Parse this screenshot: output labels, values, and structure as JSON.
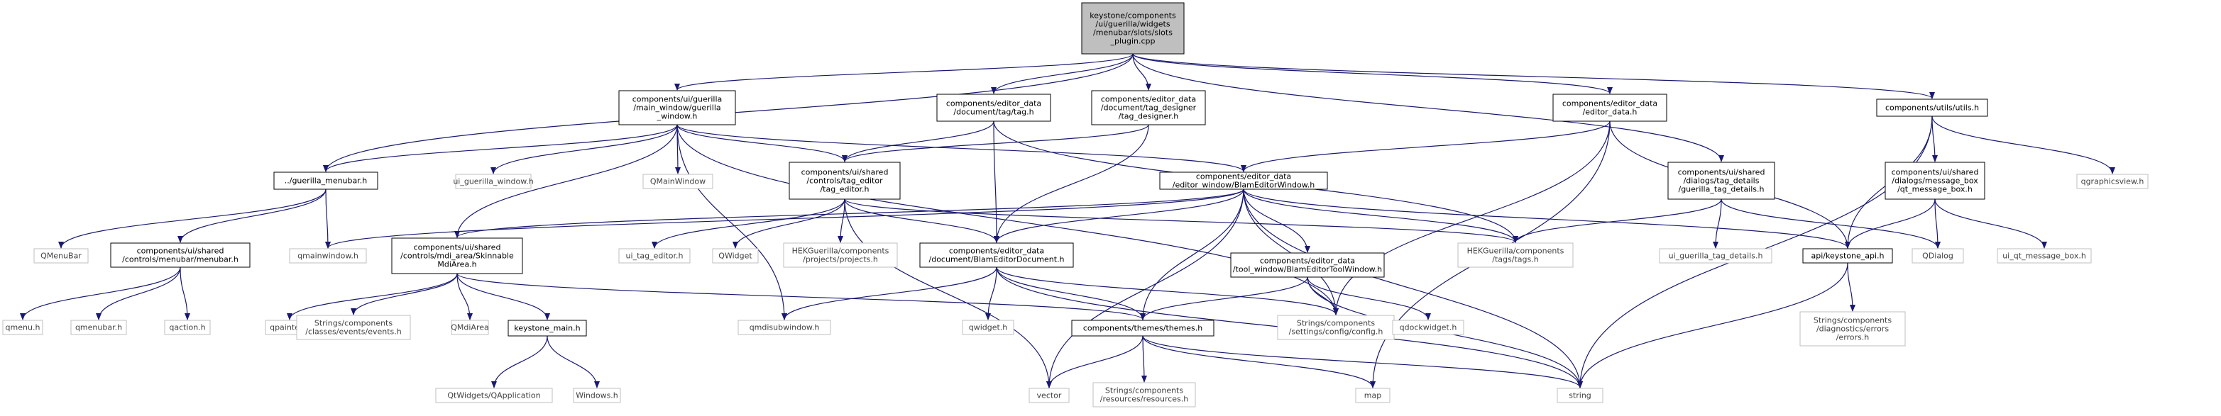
{
  "colors": {
    "edge": "#191970",
    "node_border": "#000000",
    "external_node_border": "#bfbfbf",
    "external_text": "#404040",
    "root_fill": "#bfbfbf",
    "background": "#ffffff"
  },
  "nodes": [
    {
      "id": "root",
      "lines": [
        "keystone/components",
        "/ui/guerilla/widgets",
        "/menubar/slots/slots",
        "_plugin.cpp"
      ],
      "kind": "root"
    },
    {
      "id": "gw",
      "lines": [
        "components/ui/guerilla",
        "/main_window/guerilla",
        "_window.h"
      ],
      "kind": "internal"
    },
    {
      "id": "tagh",
      "lines": [
        "components/editor_data",
        "/document/tag/tag.h"
      ],
      "kind": "internal"
    },
    {
      "id": "tdes",
      "lines": [
        "components/editor_data",
        "/document/tag_designer",
        "/tag_designer.h"
      ],
      "kind": "internal"
    },
    {
      "id": "edata",
      "lines": [
        "components/editor_data",
        "/editor_data.h"
      ],
      "kind": "internal"
    },
    {
      "id": "utils",
      "lines": [
        "components/utils/utils.h"
      ],
      "kind": "internal"
    },
    {
      "id": "gmenubar",
      "lines": [
        "../guerilla_menubar.h"
      ],
      "kind": "internal"
    },
    {
      "id": "uigw",
      "lines": [
        "ui_guerilla_window.h"
      ],
      "kind": "external"
    },
    {
      "id": "qmainwindow",
      "lines": [
        "QMainWindow"
      ],
      "kind": "external"
    },
    {
      "id": "tageditor",
      "lines": [
        "components/ui/shared",
        "/controls/tag_editor",
        "/tag_editor.h"
      ],
      "kind": "internal"
    },
    {
      "id": "blameditor",
      "lines": [
        "components/editor_data",
        "/editor_window/BlamEditorWindow.h"
      ],
      "kind": "internal"
    },
    {
      "id": "gtagdetails",
      "lines": [
        "components/ui/shared",
        "/dialogs/tag_details",
        "/guerilla_tag_details.h"
      ],
      "kind": "internal"
    },
    {
      "id": "msgbox",
      "lines": [
        "components/ui/shared",
        "/dialogs/message_box",
        "/qt_message_box.h"
      ],
      "kind": "internal"
    },
    {
      "id": "qgraphicsview",
      "lines": [
        "qgraphicsview.h"
      ],
      "kind": "external"
    },
    {
      "id": "qmenubarcap",
      "lines": [
        "QMenuBar"
      ],
      "kind": "external"
    },
    {
      "id": "menubarh",
      "lines": [
        "components/ui/shared",
        "/controls/menubar/menubar.h"
      ],
      "kind": "internal"
    },
    {
      "id": "qmainwindowh",
      "lines": [
        "qmainwindow.h"
      ],
      "kind": "external"
    },
    {
      "id": "mdiarea",
      "lines": [
        "components/ui/shared",
        "/controls/mdi_area/Skinnable",
        "MdiArea.h"
      ],
      "kind": "internal"
    },
    {
      "id": "uitageditor",
      "lines": [
        "ui_tag_editor.h"
      ],
      "kind": "external"
    },
    {
      "id": "qwidgetcap",
      "lines": [
        "QWidget"
      ],
      "kind": "external"
    },
    {
      "id": "projects",
      "lines": [
        "HEKGuerilla/components",
        "/projects/projects.h"
      ],
      "kind": "external"
    },
    {
      "id": "blamdoc",
      "lines": [
        "components/editor_data",
        "/document/BlamEditorDocument.h"
      ],
      "kind": "internal"
    },
    {
      "id": "toolwin",
      "lines": [
        "components/editor_data",
        "/tool_window/BlamEditorToolWindow.h"
      ],
      "kind": "internal"
    },
    {
      "id": "tags",
      "lines": [
        "HEKGuerilla/components",
        "/tags/tags.h"
      ],
      "kind": "external"
    },
    {
      "id": "uigtd",
      "lines": [
        "ui_guerilla_tag_details.h"
      ],
      "kind": "external"
    },
    {
      "id": "qdialogcap",
      "lines": [
        "QDialog"
      ],
      "kind": "external"
    },
    {
      "id": "keystoneapi",
      "lines": [
        "api/keystone_api.h"
      ],
      "kind": "internal"
    },
    {
      "id": "uiqtmsg",
      "lines": [
        "ui_qt_message_box.h"
      ],
      "kind": "external"
    },
    {
      "id": "qmenuh",
      "lines": [
        "qmenu.h"
      ],
      "kind": "external"
    },
    {
      "id": "qmenubarh",
      "lines": [
        "qmenubar.h"
      ],
      "kind": "external"
    },
    {
      "id": "qactionh",
      "lines": [
        "qaction.h"
      ],
      "kind": "external"
    },
    {
      "id": "qpainter",
      "lines": [
        "qpainter.h"
      ],
      "kind": "external"
    },
    {
      "id": "events",
      "lines": [
        "Strings/components",
        "/classes/events/events.h"
      ],
      "kind": "external"
    },
    {
      "id": "qmdiarea",
      "lines": [
        "QMdiArea"
      ],
      "kind": "external"
    },
    {
      "id": "keystonemain",
      "lines": [
        "keystone_main.h"
      ],
      "kind": "internal"
    },
    {
      "id": "qmdisub",
      "lines": [
        "qmdisubwindow.h"
      ],
      "kind": "external"
    },
    {
      "id": "qwidgeth",
      "lines": [
        "qwidget.h"
      ],
      "kind": "external"
    },
    {
      "id": "themes",
      "lines": [
        "components/themes/themes.h"
      ],
      "kind": "internal"
    },
    {
      "id": "config",
      "lines": [
        "Strings/components",
        "/settings/config/config.h"
      ],
      "kind": "external"
    },
    {
      "id": "qdockwidget",
      "lines": [
        "qdockwidget.h"
      ],
      "kind": "external"
    },
    {
      "id": "errors",
      "lines": [
        "Strings/components",
        "/diagnostics/errors",
        "/errors.h"
      ],
      "kind": "external"
    },
    {
      "id": "qapp",
      "lines": [
        "QtWidgets/QApplication"
      ],
      "kind": "external"
    },
    {
      "id": "windowsh",
      "lines": [
        "Windows.h"
      ],
      "kind": "external"
    },
    {
      "id": "vector",
      "lines": [
        "vector"
      ],
      "kind": "external"
    },
    {
      "id": "resources",
      "lines": [
        "Strings/components",
        "/resources/resources.h"
      ],
      "kind": "external"
    },
    {
      "id": "map",
      "lines": [
        "map"
      ],
      "kind": "external"
    },
    {
      "id": "string",
      "lines": [
        "string"
      ],
      "kind": "external"
    }
  ],
  "edges": [
    [
      "root",
      "gw"
    ],
    [
      "root",
      "tagh"
    ],
    [
      "root",
      "tdes"
    ],
    [
      "root",
      "edata"
    ],
    [
      "root",
      "utils"
    ],
    [
      "root",
      "gmenubar"
    ],
    [
      "root",
      "gtagdetails"
    ],
    [
      "gw",
      "gmenubar"
    ],
    [
      "gw",
      "uigw"
    ],
    [
      "gw",
      "qmainwindow"
    ],
    [
      "gw",
      "tageditor"
    ],
    [
      "gw",
      "blameditor"
    ],
    [
      "gw",
      "mdiarea"
    ],
    [
      "gw",
      "qmdisub"
    ],
    [
      "gw",
      "config"
    ],
    [
      "tagh",
      "tageditor"
    ],
    [
      "tagh",
      "blamdoc"
    ],
    [
      "tagh",
      "tags"
    ],
    [
      "tdes",
      "tageditor"
    ],
    [
      "tdes",
      "blamdoc"
    ],
    [
      "edata",
      "blameditor"
    ],
    [
      "edata",
      "keystoneapi"
    ],
    [
      "edata",
      "config"
    ],
    [
      "edata",
      "map"
    ],
    [
      "utils",
      "keystoneapi"
    ],
    [
      "utils",
      "msgbox"
    ],
    [
      "utils",
      "qgraphicsview"
    ],
    [
      "utils",
      "string"
    ],
    [
      "gmenubar",
      "qmenubarcap"
    ],
    [
      "gmenubar",
      "menubarh"
    ],
    [
      "gmenubar",
      "qmainwindowh"
    ],
    [
      "menubarh",
      "qmenuh"
    ],
    [
      "menubarh",
      "qmenubarh"
    ],
    [
      "menubarh",
      "qactionh"
    ],
    [
      "tageditor",
      "uitageditor"
    ],
    [
      "tageditor",
      "qwidgetcap"
    ],
    [
      "tageditor",
      "projects"
    ],
    [
      "tageditor",
      "blamdoc"
    ],
    [
      "tageditor",
      "tags"
    ],
    [
      "tageditor",
      "vector"
    ],
    [
      "blameditor",
      "qmainwindowh"
    ],
    [
      "blameditor",
      "mdiarea"
    ],
    [
      "blameditor",
      "blamdoc"
    ],
    [
      "blameditor",
      "toolwin"
    ],
    [
      "blameditor",
      "tags"
    ],
    [
      "blameditor",
      "keystoneapi"
    ],
    [
      "blameditor",
      "themes"
    ],
    [
      "blameditor",
      "config"
    ],
    [
      "blameditor",
      "vector"
    ],
    [
      "blameditor",
      "string"
    ],
    [
      "gtagdetails",
      "tags"
    ],
    [
      "gtagdetails",
      "uigtd"
    ],
    [
      "gtagdetails",
      "qdialogcap"
    ],
    [
      "msgbox",
      "qdialogcap"
    ],
    [
      "msgbox",
      "uiqtmsg"
    ],
    [
      "msgbox",
      "keystoneapi"
    ],
    [
      "mdiarea",
      "qpainter"
    ],
    [
      "mdiarea",
      "events"
    ],
    [
      "mdiarea",
      "qmdiarea"
    ],
    [
      "mdiarea",
      "keystonemain"
    ],
    [
      "mdiarea",
      "themes"
    ],
    [
      "blamdoc",
      "qmdisub"
    ],
    [
      "blamdoc",
      "qwidgeth"
    ],
    [
      "blamdoc",
      "themes"
    ],
    [
      "blamdoc",
      "config"
    ],
    [
      "blamdoc",
      "string"
    ],
    [
      "toolwin",
      "themes"
    ],
    [
      "toolwin",
      "config"
    ],
    [
      "toolwin",
      "qdockwidget"
    ],
    [
      "toolwin",
      "string"
    ],
    [
      "keystoneapi",
      "errors"
    ],
    [
      "keystoneapi",
      "string"
    ],
    [
      "keystonemain",
      "qapp"
    ],
    [
      "keystonemain",
      "windowsh"
    ],
    [
      "themes",
      "vector"
    ],
    [
      "themes",
      "resources"
    ],
    [
      "themes",
      "map"
    ],
    [
      "themes",
      "string"
    ]
  ]
}
